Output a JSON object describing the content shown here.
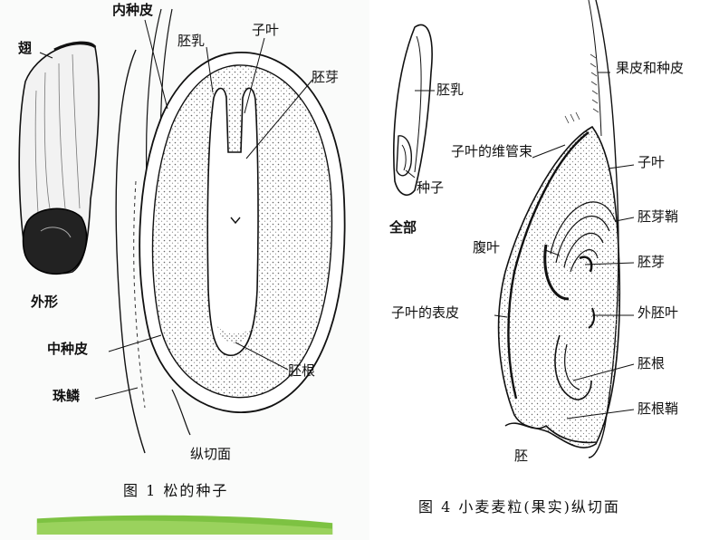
{
  "figure1": {
    "labels": {
      "wing": "翅",
      "inner_seed_coat": "内种皮",
      "endosperm": "胚乳",
      "cotyledon": "子叶",
      "plumule": "胚芽",
      "external_form": "外形",
      "middle_seed_coat": "中种皮",
      "scale": "珠鳞",
      "radicle": "胚根",
      "longitudinal_section": "纵切面"
    },
    "caption": "图 1   松的种子"
  },
  "figure4": {
    "labels": {
      "pericarp_and_seed_coat": "果皮和种皮",
      "endosperm": "胚乳",
      "cotyledon_vascular_bundle": "子叶的维管束",
      "seed": "种子",
      "cotyledon": "子叶",
      "whole": "全部",
      "coleoptile": "胚芽鞘",
      "ventral_leaf": "腹叶",
      "plumule": "胚芽",
      "cotyledon_epidermis": "子叶的表皮",
      "epiblast": "外胚叶",
      "radicle": "胚根",
      "coleorhiza": "胚根鞘",
      "embryo": "胚"
    },
    "caption": "图 4   小麦麦粒(果实)纵切面"
  },
  "colors": {
    "ink": "#111111",
    "stipple": "#555555",
    "accent_green": "#7dc242"
  }
}
